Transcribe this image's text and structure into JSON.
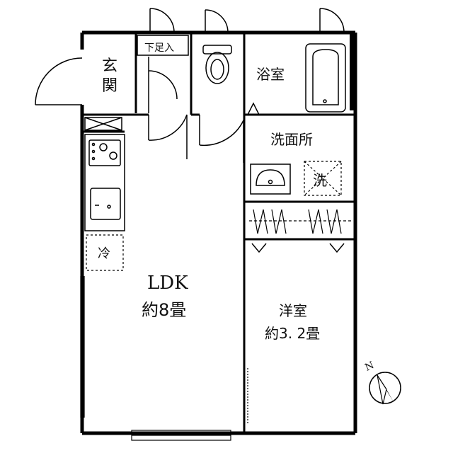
{
  "rooms": {
    "genkan_line1": "玄",
    "genkan_line2": "関",
    "shoe_closet": "下足入",
    "bathroom": "浴室",
    "washroom": "洗面所",
    "washer": "洗",
    "fridge": "冷",
    "ldk_name": "LDK",
    "ldk_size": "約8畳",
    "western_name": "洋室",
    "western_size": "約3. 2畳"
  },
  "compass": {
    "north_label": "N"
  }
}
